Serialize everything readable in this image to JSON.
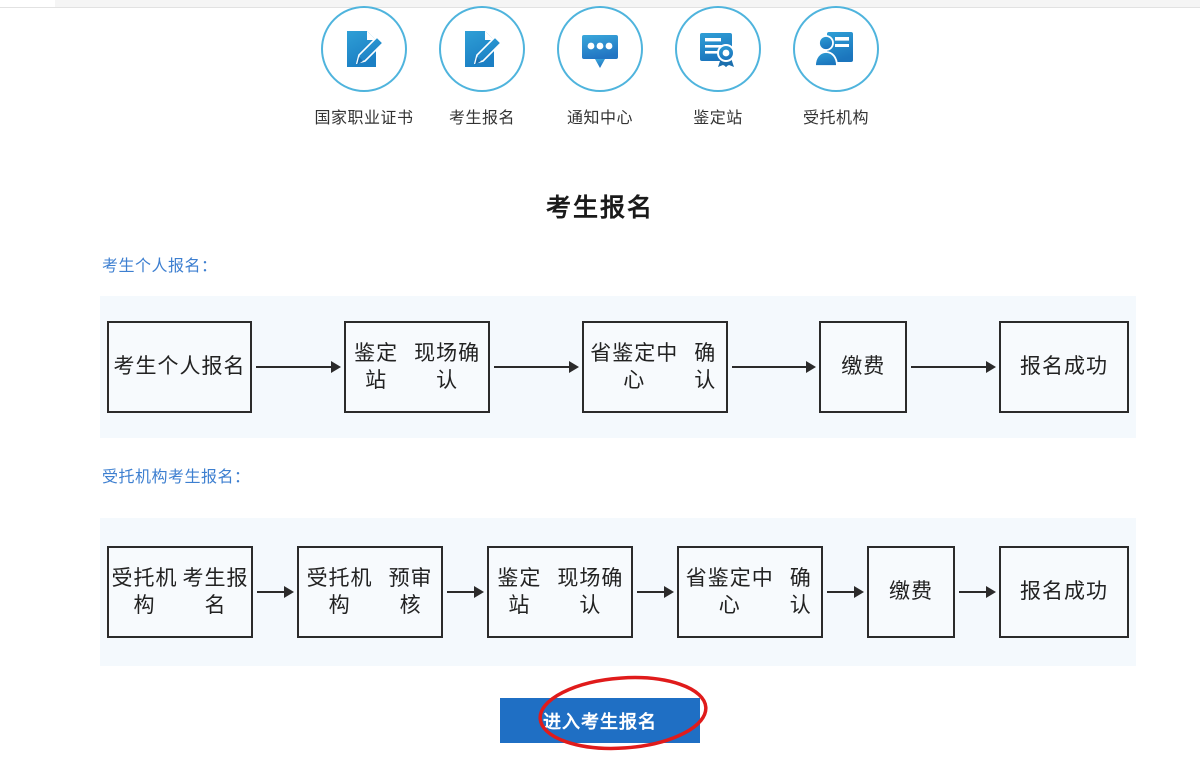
{
  "nav": {
    "items": [
      {
        "label": "国家职业证书",
        "icon": "document-pencil-icon"
      },
      {
        "label": "考生报名",
        "icon": "document-pencil-icon"
      },
      {
        "label": "通知中心",
        "icon": "chat-bubble-icon"
      },
      {
        "label": "鉴定站",
        "icon": "certificate-ribbon-icon"
      },
      {
        "label": "受托机构",
        "icon": "person-card-icon"
      }
    ]
  },
  "page": {
    "title": "考生报名"
  },
  "sections": [
    {
      "label": "考生个人报名：",
      "steps": [
        "考生个人\n报名",
        "鉴定站\n现场确认",
        "省鉴定中心\n确认",
        "缴费",
        "报名成功"
      ]
    },
    {
      "label": "受托机构考生报名：",
      "steps": [
        "受托机构\n考生报名",
        "受托机构\n预审核",
        "鉴定站\n现场确认",
        "省鉴定中心\n确认",
        "缴费",
        "报名成功"
      ]
    }
  ],
  "cta": {
    "label": "进入考生报名"
  },
  "annotation": {
    "shape": "ellipse",
    "color": "#e01b1b"
  },
  "colors": {
    "accent_blue": "#1f6fc4",
    "link_blue": "#3d7fd0",
    "icon_circle": "#4fb4dd",
    "band_bg": "#f4f9fd",
    "box_border": "#2b2b2b",
    "annotation_red": "#e01b1b"
  }
}
